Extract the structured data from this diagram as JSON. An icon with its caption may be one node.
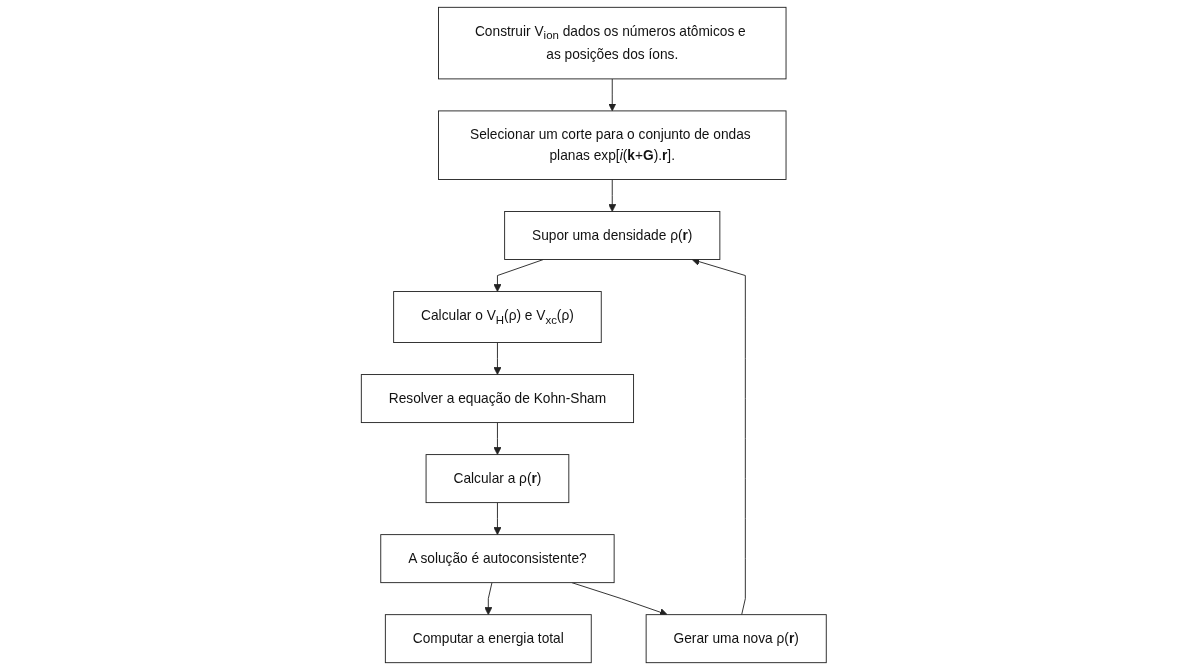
{
  "diagram": {
    "nodes": [
      {
        "text": [
          "Construir V$_{ion}$ dados os números atômicos e as posições dos íons."
        ]
      },
      {
        "text": [
          "Selecionar um corte para o conjunto de ondas planas exp[*i*(**k**+**G**).**r**]."
        ]
      },
      {
        "text": [
          "Supor uma densidade ρ(**r**)"
        ]
      },
      {
        "text": [
          "Calcular o V$_{H}$(ρ) e V$_{xc}$(ρ)"
        ]
      },
      {
        "text": [
          "Resolver a equação de Kohn-Sham"
        ]
      },
      {
        "text": [
          "Calcular a ρ(**r**)"
        ]
      },
      {
        "text": [
          "A solução é autoconsistente?"
        ]
      },
      {
        "text": [
          "Computar a energia total"
        ]
      },
      {
        "text": [
          "Gerar uma nova ρ(**r**)"
        ]
      }
    ],
    "edges": [
      {
        "from": 0,
        "to": 1,
        "arrow": "to"
      },
      {
        "from": 1,
        "to": 2,
        "arrow": "to"
      },
      {
        "from": 2,
        "to": 3,
        "arrow": "to"
      },
      {
        "from": 3,
        "to": 4,
        "arrow": "to"
      },
      {
        "from": 4,
        "to": 5,
        "arrow": "to"
      },
      {
        "from": 5,
        "to": 6,
        "arrow": "to"
      },
      {
        "from": 6,
        "to": 7,
        "arrow": "to"
      },
      {
        "from": 6,
        "to": 8,
        "arrow": "to"
      },
      {
        "from": 8,
        "to": 2,
        "arrow": "to"
      }
    ]
  }
}
